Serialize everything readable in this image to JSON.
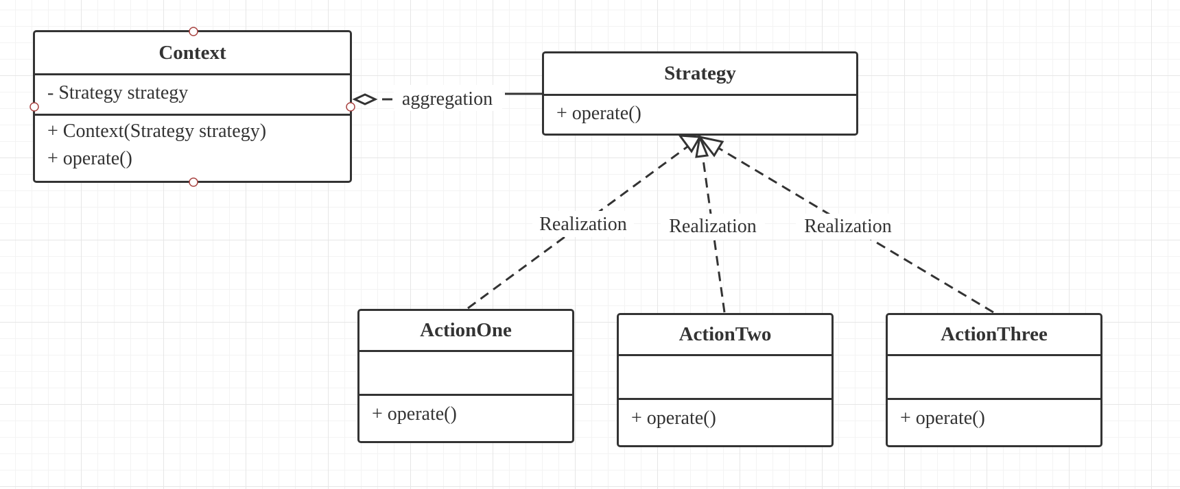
{
  "diagram": {
    "classes": {
      "context": {
        "name": "Context",
        "attributes": [
          "- Strategy strategy"
        ],
        "operations": [
          "+ Context(Strategy strategy)",
          "+ operate()"
        ]
      },
      "strategy": {
        "name": "Strategy",
        "operations": [
          "+ operate()"
        ]
      },
      "action_one": {
        "name": "ActionOne",
        "operations": [
          "+ operate()"
        ]
      },
      "action_two": {
        "name": "ActionTwo",
        "operations": [
          "+ operate()"
        ]
      },
      "action_three": {
        "name": "ActionThree",
        "operations": [
          "+ operate()"
        ]
      }
    },
    "relations": {
      "aggregation_label": "aggregation",
      "realization_one_label": "Realization",
      "realization_two_label": "Realization",
      "realization_three_label": "Realization"
    },
    "colors": {
      "stroke": "#333333",
      "port": "#a94442",
      "grid": "#e6e6e6"
    }
  }
}
